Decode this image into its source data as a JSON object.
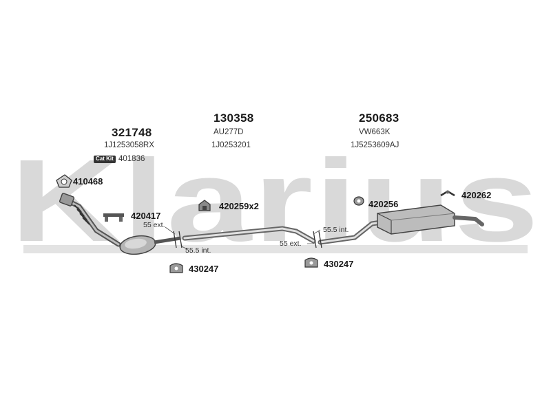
{
  "watermark": {
    "text": "Klarius",
    "color": "#d9d9d9"
  },
  "groups": [
    {
      "number": "321748",
      "codes": [
        "1J1253058RX"
      ]
    },
    {
      "number": "130358",
      "codes": [
        "AU277D",
        "1J0253201"
      ]
    },
    {
      "number": "250683",
      "codes": [
        "VW663K",
        "1J5253609AJ"
      ]
    }
  ],
  "catkit": {
    "badge": "Cat Kit",
    "number": "401836"
  },
  "parts": {
    "p410468": "410468",
    "p420417": "420417",
    "p420259": "420259x2",
    "p420256": "420256",
    "p420262": "420262",
    "p430247_a": "430247",
    "p430247_b": "430247"
  },
  "dimensions": {
    "d1": "55 ext.",
    "d2": "55.5 int.",
    "d3": "55.5 int.",
    "d4": "55 ext."
  }
}
